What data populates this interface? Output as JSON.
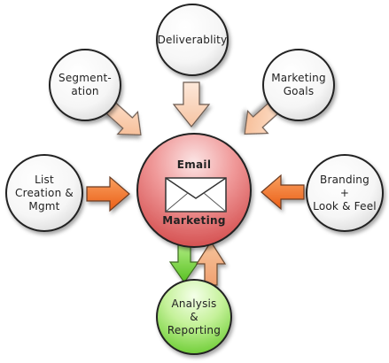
{
  "center": {
    "title_top": "Email",
    "title_bottom": "Marketing",
    "icon": "envelope-icon"
  },
  "nodes": {
    "deliverability": "Deliverablity",
    "segmentation": "Segment-\nation",
    "marketing_goals": "Marketing\nGoals",
    "list_creation": "List\nCreation &\nMgmt",
    "branding": "Branding\n+\nLook & Feel",
    "analysis": "Analysis\n&\nReporting"
  },
  "colors": {
    "center_fill": "#e06a6a",
    "analysis_fill": "#8fdc5a",
    "arrow_light": "#f8c4a0",
    "arrow_orange": "#f07428",
    "arrow_green": "#72d23c",
    "arrow_peach": "#f3b98e"
  }
}
